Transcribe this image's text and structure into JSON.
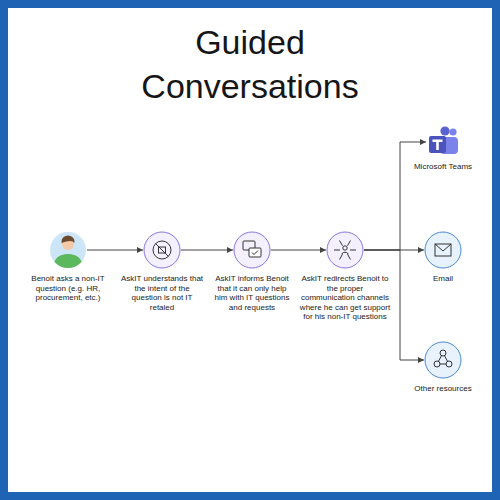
{
  "diagram": {
    "title": "Guided Conversations",
    "nodes": [
      {
        "text": [
          "Benoit asks a non-IT question (e.g. HR, procurement, etc.)"
        ]
      },
      {
        "text": [
          "AskIT understands that the intent of the question is not IT retaled"
        ]
      },
      {
        "text": [
          "AskIT informs Benoit that it can only help him with IT questions and requests"
        ]
      },
      {
        "text": [
          "AskIT redirects Benoit to the proper communication channels where he can get support for his non-IT questions"
        ]
      },
      {
        "text": [
          "Microsoft Teams"
        ]
      },
      {
        "text": [
          "Email"
        ]
      },
      {
        "text": [
          "Other resources"
        ]
      }
    ],
    "edges": [
      {
        "from": 0,
        "to": 1,
        "arrow": "to"
      },
      {
        "from": 1,
        "to": 2,
        "arrow": "to"
      },
      {
        "from": 2,
        "to": 3,
        "arrow": "to"
      },
      {
        "from": 3,
        "to": 4,
        "arrow": "to"
      },
      {
        "from": 3,
        "to": 5,
        "arrow": "to"
      },
      {
        "from": 3,
        "to": 6,
        "arrow": "to"
      }
    ]
  }
}
